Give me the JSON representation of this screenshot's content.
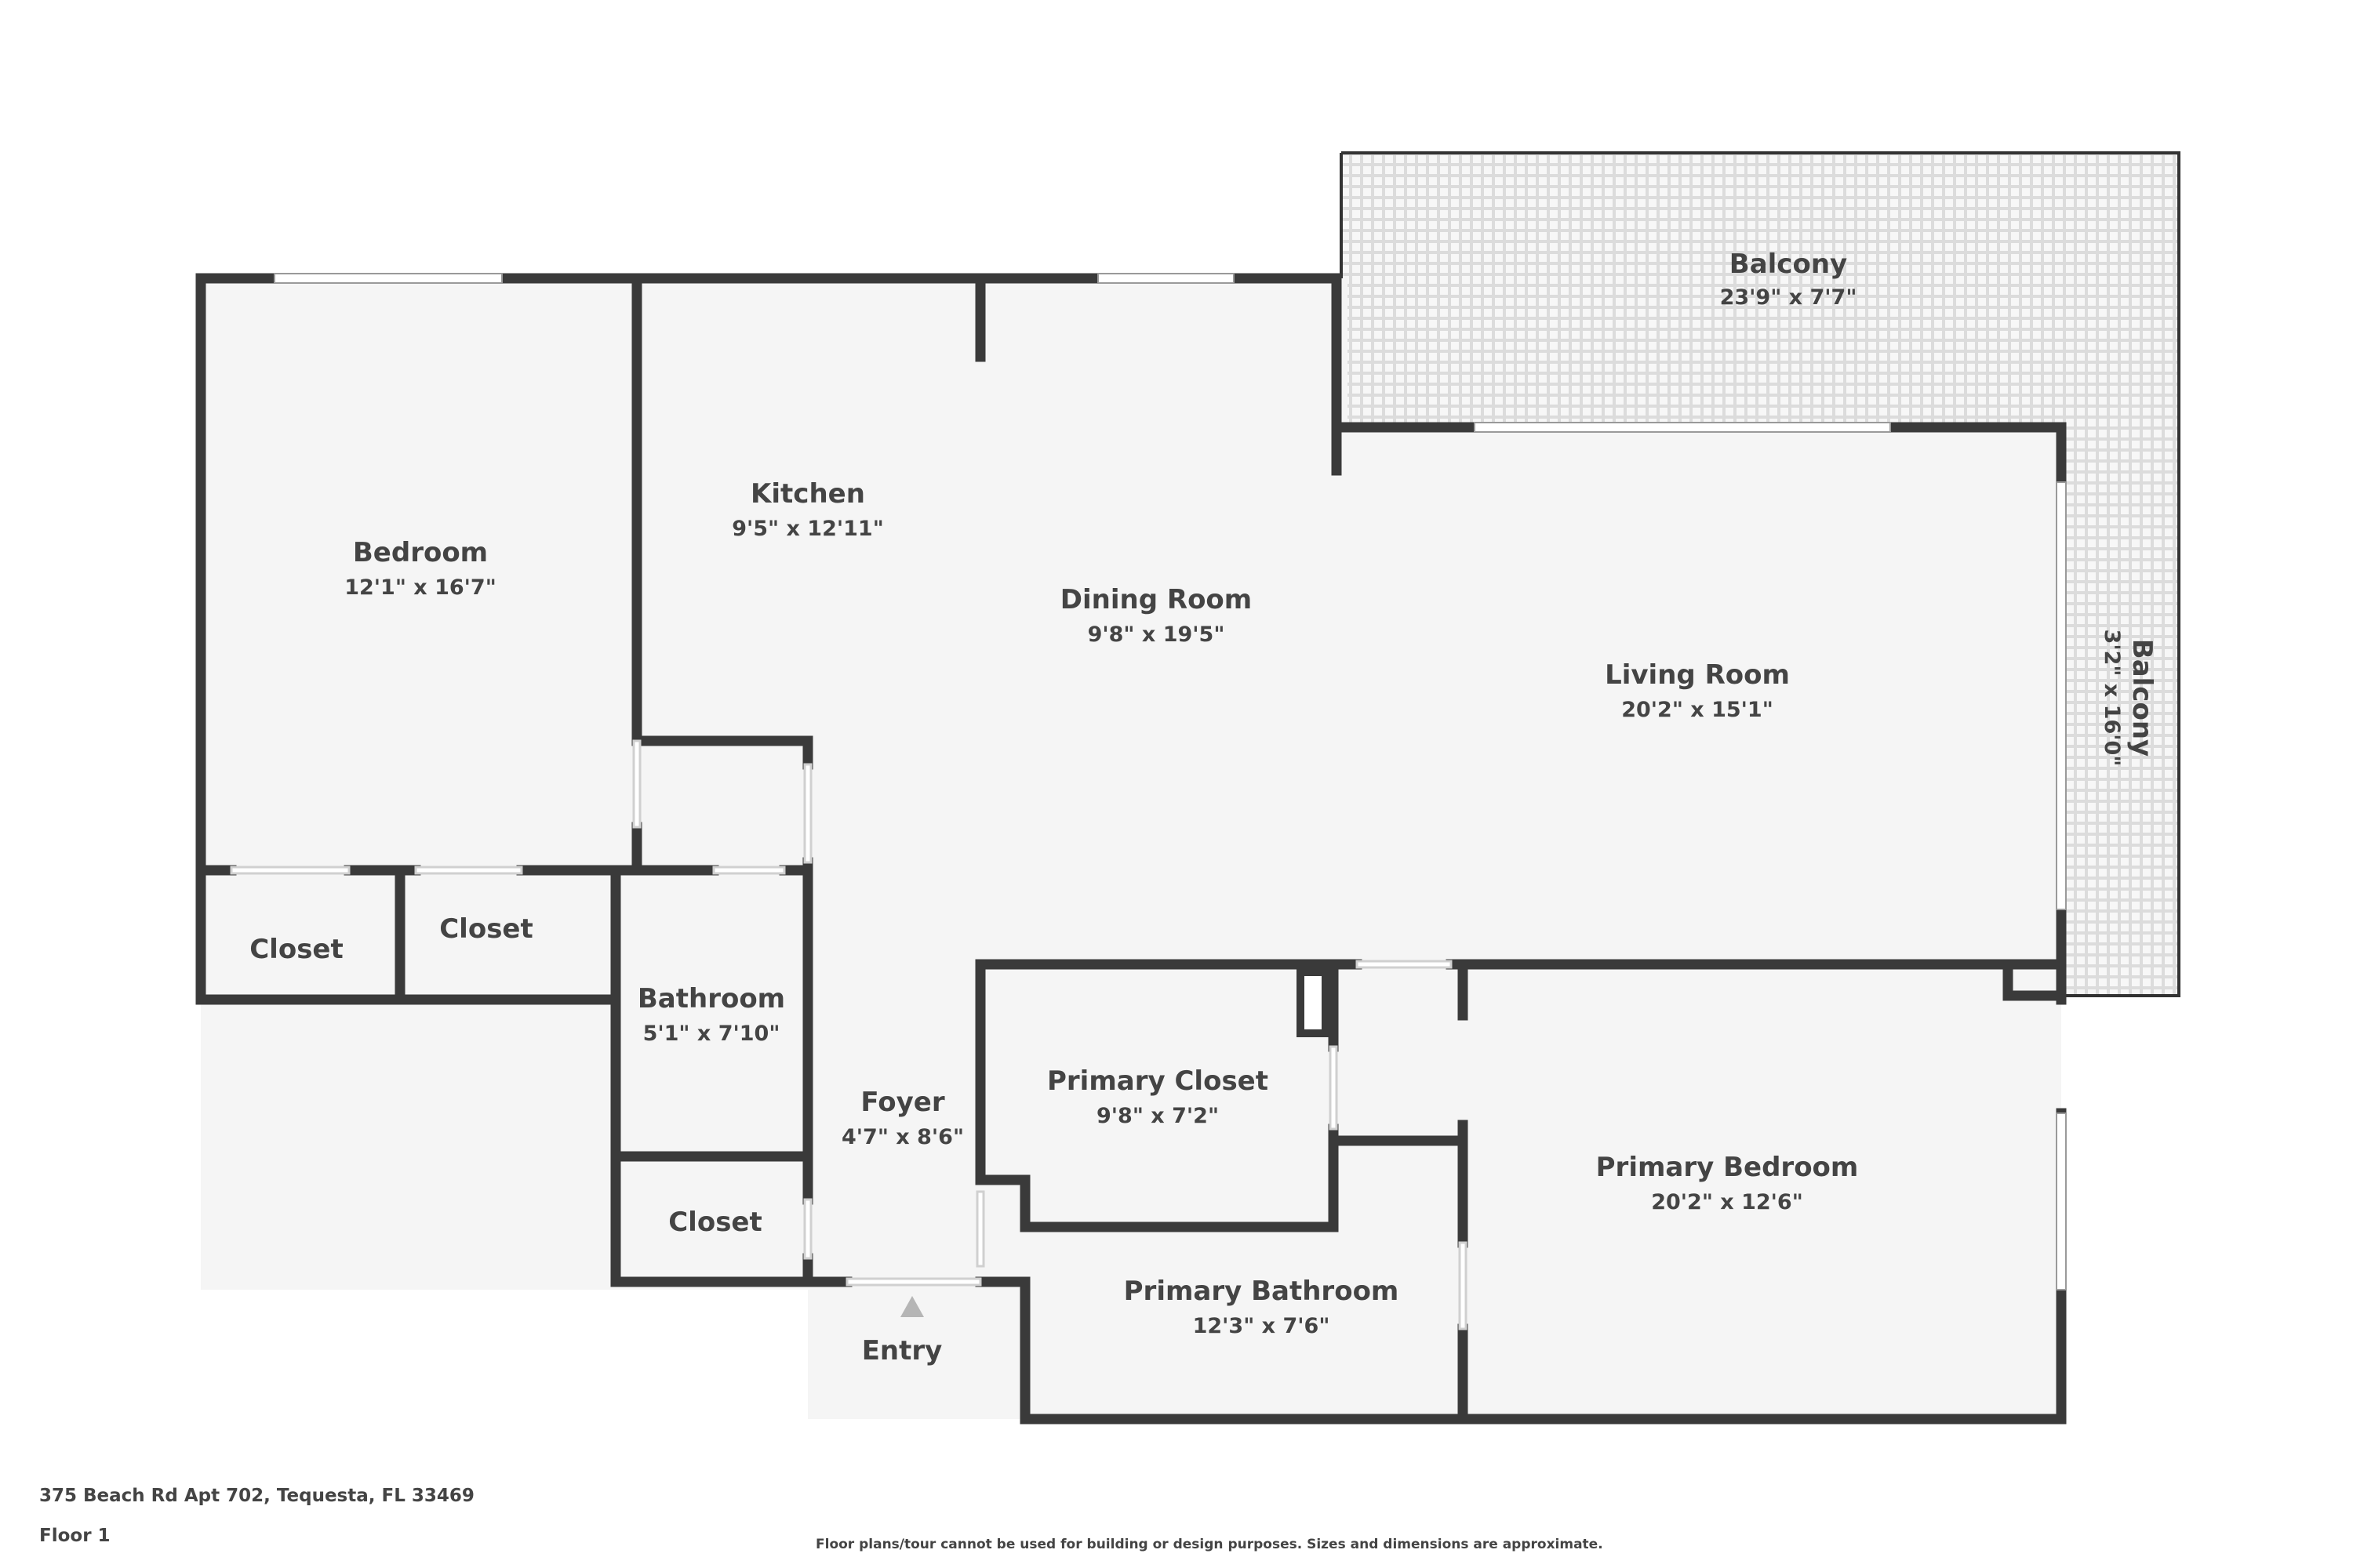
{
  "rooms": {
    "bedroom": {
      "name": "Bedroom",
      "dim": "12'1\" x 16'7\""
    },
    "kitchen": {
      "name": "Kitchen",
      "dim": "9'5\" x 12'11\""
    },
    "dining_room": {
      "name": "Dining Room",
      "dim": "9'8\" x 19'5\""
    },
    "living_room": {
      "name": "Living Room",
      "dim": "20'2\" x 15'1\""
    },
    "balcony_top": {
      "name": "Balcony",
      "dim": "23'9\" x 7'7\""
    },
    "balcony_side": {
      "name": "Balcony",
      "dim": "3'2\" x 16'0\""
    },
    "closet_1": {
      "name": "Closet"
    },
    "closet_2": {
      "name": "Closet"
    },
    "closet_3": {
      "name": "Closet"
    },
    "bathroom": {
      "name": "Bathroom",
      "dim": "5'1\" x 7'10\""
    },
    "foyer": {
      "name": "Foyer",
      "dim": "4'7\" x 8'6\""
    },
    "primary_closet": {
      "name": "Primary Closet",
      "dim": "9'8\" x 7'2\""
    },
    "primary_bathroom": {
      "name": "Primary Bathroom",
      "dim": "12'3\" x 7'6\""
    },
    "primary_bedroom": {
      "name": "Primary Bedroom",
      "dim": "20'2\" x 12'6\""
    }
  },
  "entry_label": "Entry",
  "footer": {
    "address": "375 Beach Rd Apt 702, Tequesta, FL 33469",
    "floor": "Floor 1",
    "disclaimer": "Floor plans/tour cannot be used for building or design purposes. Sizes and dimensions are approximate."
  },
  "colors": {
    "wall": "#3a3a3a",
    "floor": "#f5f5f5",
    "balcony_tile": "#e2e2e2",
    "entry_marker": "#b5b5b5"
  }
}
